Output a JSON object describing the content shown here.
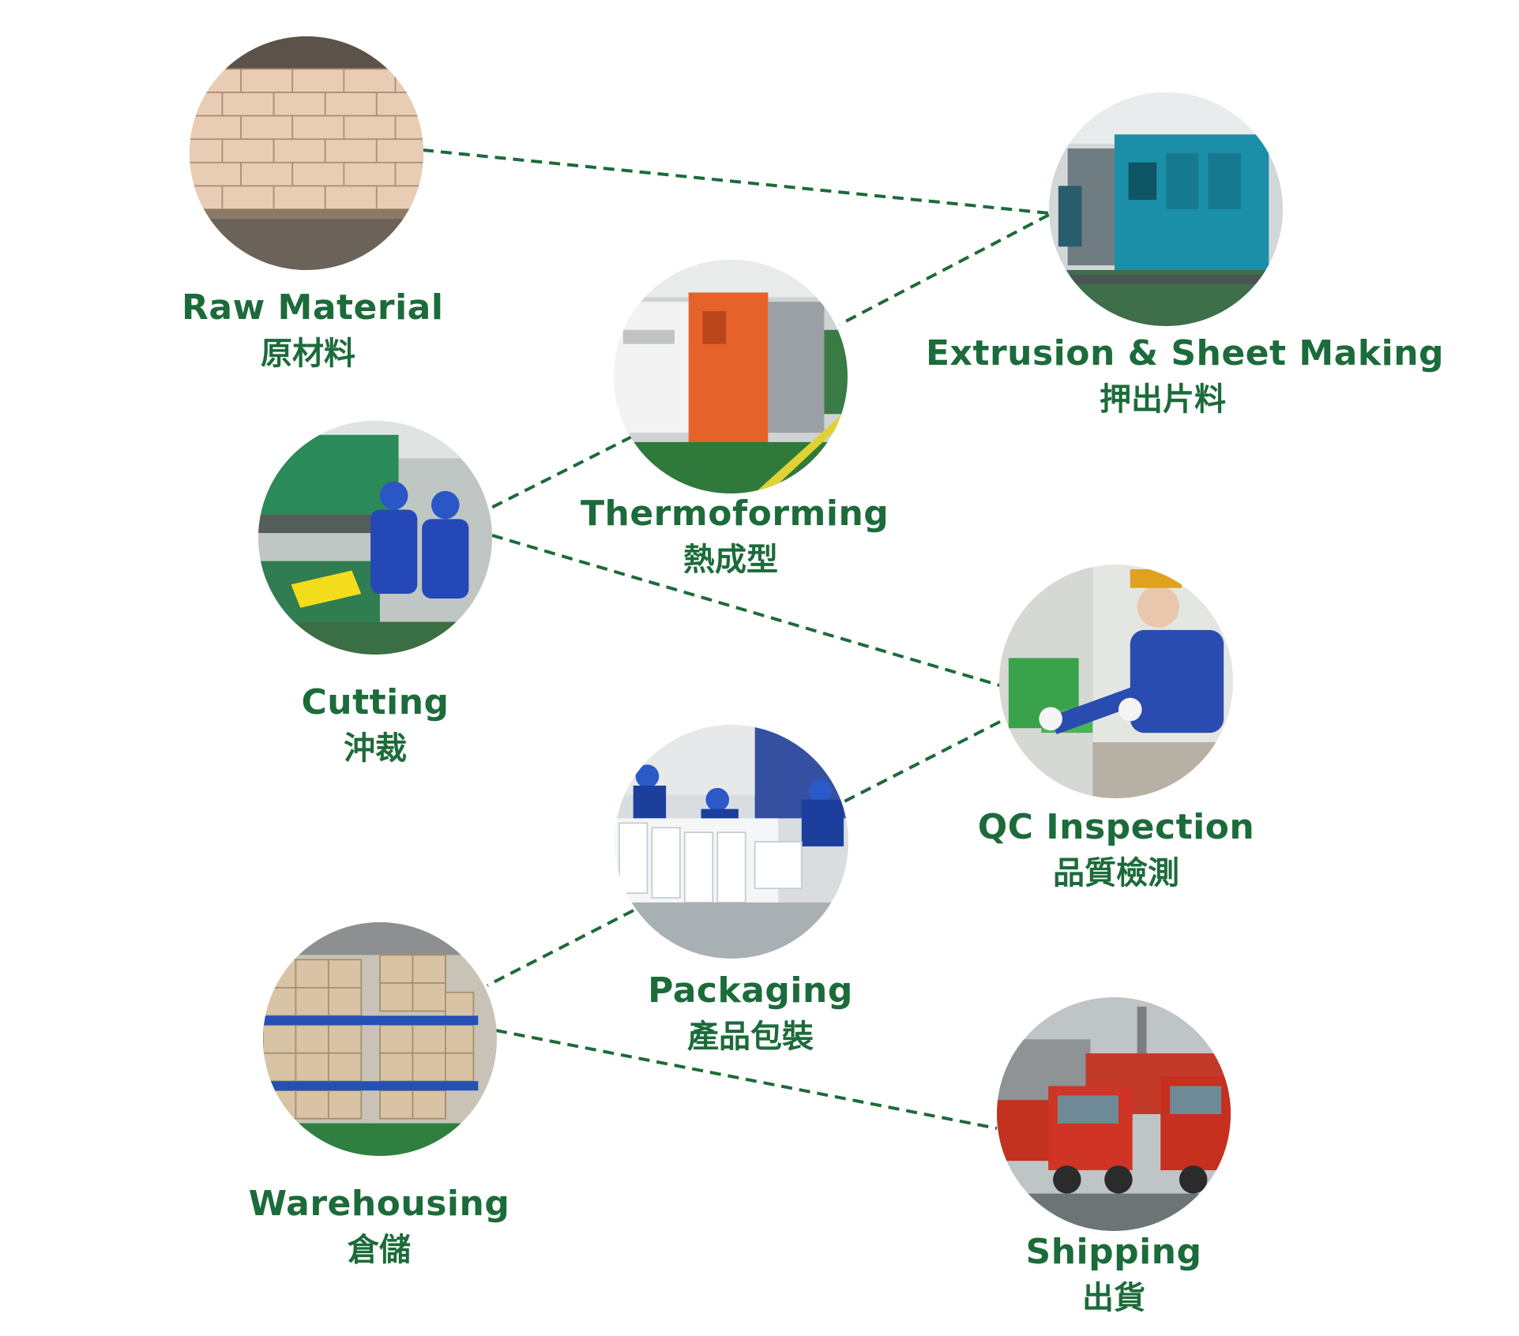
{
  "accent_color": "#1c6b3a",
  "steps": [
    {
      "id": "raw-material",
      "label_en": "Raw Material",
      "label_zh": "原材料",
      "image": "stacked-sacks-photo"
    },
    {
      "id": "extrusion",
      "label_en": "Extrusion & Sheet Making",
      "label_zh": "押出片料",
      "image": "extrusion-machine-photo"
    },
    {
      "id": "thermoforming",
      "label_en": "Thermoforming",
      "label_zh": "熱成型",
      "image": "thermoforming-machine-photo"
    },
    {
      "id": "cutting",
      "label_en": "Cutting",
      "label_zh": "沖裁",
      "image": "cutting-workers-photo"
    },
    {
      "id": "qc-inspection",
      "label_en": "QC Inspection",
      "label_zh": "品質檢測",
      "image": "inspector-photo"
    },
    {
      "id": "packaging",
      "label_en": "Packaging",
      "label_zh": "產品包裝",
      "image": "packaging-line-photo"
    },
    {
      "id": "warehousing",
      "label_en": "Warehousing",
      "label_zh": "倉儲",
      "image": "warehouse-boxes-photo"
    },
    {
      "id": "shipping",
      "label_en": "Shipping",
      "label_zh": "出貨",
      "image": "red-trucks-photo"
    }
  ],
  "connections": [
    [
      "raw-material",
      "extrusion"
    ],
    [
      "extrusion",
      "thermoforming"
    ],
    [
      "thermoforming",
      "cutting"
    ],
    [
      "cutting",
      "qc-inspection"
    ],
    [
      "qc-inspection",
      "packaging"
    ],
    [
      "packaging",
      "warehousing"
    ],
    [
      "warehousing",
      "shipping"
    ]
  ]
}
